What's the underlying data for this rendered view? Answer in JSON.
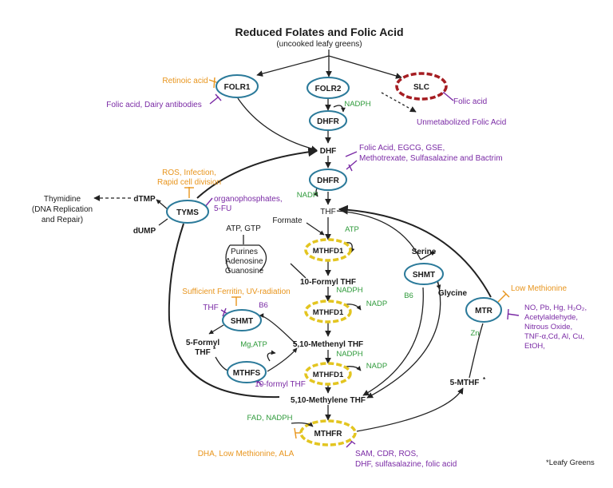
{
  "title": "Reduced Folates and Folic Acid",
  "subtitle": "(uncooked leafy greens)",
  "footnote": "*Leafy Greens",
  "enzymes": {
    "folr1": "FOLR1",
    "folr2": "FOLR2",
    "slc": "SLC",
    "dhfr1": "DHFR",
    "dhfr2": "DHFR",
    "tyms": "TYMS",
    "mthfd1_a": "MTHFD1",
    "mthfd1_b": "MTHFD1",
    "mthfd1_c": "MTHFD1",
    "shmt_left": "SHMT",
    "shmt_right": "SHMT",
    "mthfs": "MTHFS",
    "mtr": "MTR",
    "mthfr": "MTHFR"
  },
  "metabolites": {
    "dhf": "DHF",
    "thf": "THF",
    "dtmp": "dTMP",
    "dump": "dUMP",
    "formate": "Formate",
    "serine": "Serine",
    "glycine": "Glycine",
    "formyl10_thf": "10-Formyl THF",
    "methenyl_thf": "5,10-Methenyl THF",
    "methylene_thf": "5,10-Methylene THF",
    "mthf5": "5-MTHF",
    "mthf5_star": "*",
    "formyl5_line1": "5-Formyl",
    "formyl5_line2": "THF",
    "formyl5_star": "*",
    "unmetabolized": "Unmetabolized Folic Acid",
    "thymidine_line1": "Thymidine",
    "thymidine_line2": "(DNA Replication",
    "thymidine_line3": "and Repair)",
    "atp_gtp": "ATP, GTP",
    "purines": "Purines",
    "adenosine": "Adenosine",
    "guanosine": "Guanosine",
    "thf_small": "THF",
    "formyl10_small": "10-formyl THF"
  },
  "cofactors": {
    "nadph_1": "NADPH",
    "nadp_1": "NADP",
    "atp_1": "ATP",
    "nadph_2": "NADPH",
    "nadp_2": "NADP",
    "nadph_3": "NADPH",
    "nadp_3": "NADP",
    "b6_left": "B6",
    "b6_right": "B6",
    "mg_atp": "Mg,ATP",
    "zn": "Zn",
    "fad_nadph": "FAD, NADPH"
  },
  "enhancers": {
    "retinoic_acid": "Retinoic acid",
    "ros_line1": "ROS, Infection,",
    "ros_line2": "Rapid cell division",
    "ferritin": "Sufficient Ferritin, UV-radiation",
    "low_methionine_mtr": "Low Methionine",
    "dha": "DHA, Low Methionine, ALA"
  },
  "inhibitors": {
    "folr1_inh": "Folic acid, Dairy antibodies",
    "slc_inh": "Folic acid",
    "dhfr_inh_line1": "Folic Acid, EGCG, GSE,",
    "dhfr_inh_line2": "Methotrexate, Sulfasalazine and Bactrim",
    "tyms_inh_line1": "organophosphates,",
    "tyms_inh_line2": "5-FU",
    "mtr_inh_line1": "NO, Pb, Hg, H₂O₂,",
    "mtr_inh_line2": "Acetylaldehyde,",
    "mtr_inh_line3": "Nitrous Oxide,",
    "mtr_inh_line4": "TNF-α,Cd, Al, Cu,",
    "mtr_inh_line5": "EtOH,",
    "mthfr_inh_line1": "SAM, CDR, ROS,",
    "mthfr_inh_line2": "DHF, sulfasalazine, folic acid"
  },
  "colors": {
    "enzyme_stroke": "#2b7a9a",
    "mthfd_stroke": "#e3c520",
    "slc_stroke": "#a51d22",
    "enhancer": "#e8951d",
    "inhibitor": "#7a2aa5",
    "cofactor": "#2e9a3a",
    "text": "#1a1a1a"
  }
}
